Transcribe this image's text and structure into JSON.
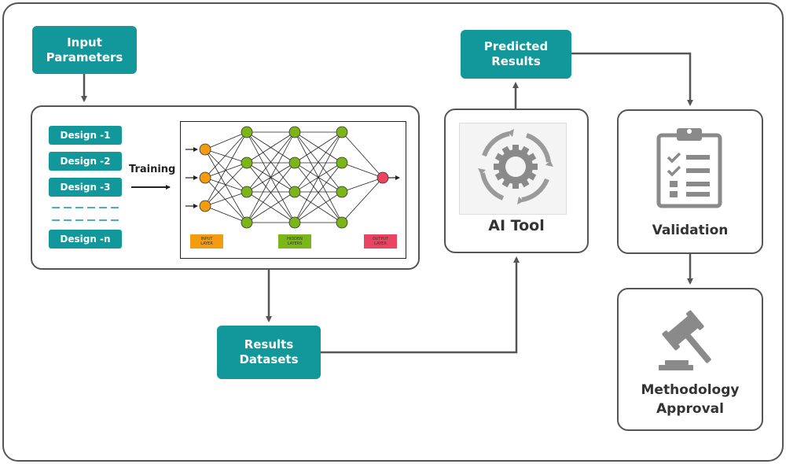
{
  "nodes": {
    "input_parameters": "Input\nParameters",
    "predicted_results": "Predicted\nResults",
    "results_datasets": "Results\nDatasets",
    "ai_tool": "AI Tool",
    "validation": "Validation",
    "methodology_approval": "Methodology\nApproval"
  },
  "designs": [
    "Design -1",
    "Design -2",
    "Design -3",
    "Design -n"
  ],
  "training_label": "Training",
  "nn_legend": {
    "input": "INPUT\nLAYER",
    "hidden": "HIDDEN\nLAYERS",
    "output": "OUTPUT\nLAYER"
  },
  "colors": {
    "teal": "#12979a",
    "input_node": "#f39c12",
    "hidden_node": "#7cb518",
    "output_node": "#e94560",
    "border": "#555555"
  }
}
